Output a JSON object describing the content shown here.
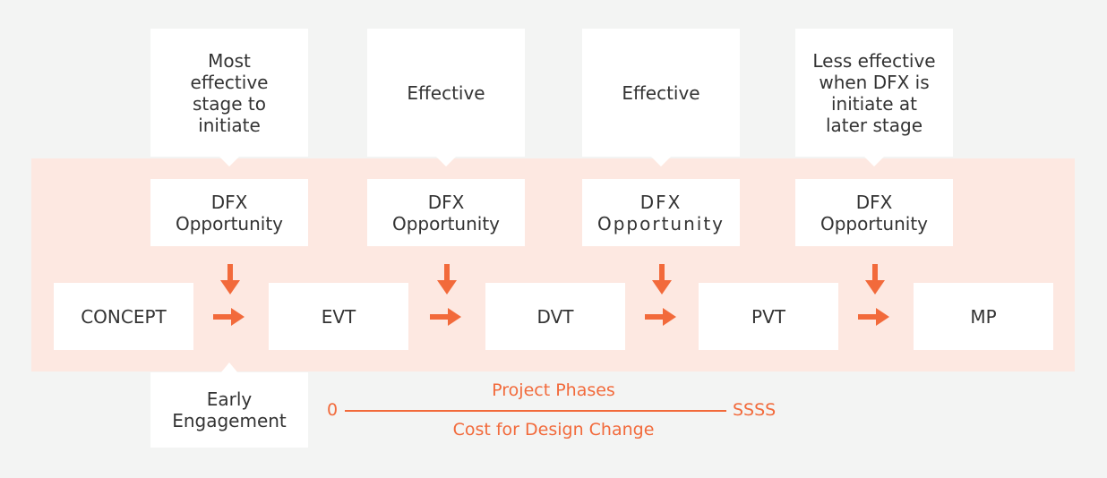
{
  "callouts": [
    {
      "text": "Most effective stage to initiate"
    },
    {
      "text": "Effective"
    },
    {
      "text": "Effective"
    },
    {
      "text": "Less effective when DFX is initiate at later stage"
    }
  ],
  "opportunities": [
    {
      "line1": "DFX",
      "line2": "Opportunity"
    },
    {
      "line1": "DFX",
      "line2": "Opportunity"
    },
    {
      "line1": "DFX",
      "line2": "Opportunity"
    },
    {
      "line1": "DFX",
      "line2": "Opportunity"
    }
  ],
  "phases": [
    {
      "label": "CONCEPT"
    },
    {
      "label": "EVT"
    },
    {
      "label": "DVT"
    },
    {
      "label": "PVT"
    },
    {
      "label": "MP"
    }
  ],
  "early_engagement": {
    "line1": "Early",
    "line2": "Engagement"
  },
  "scale": {
    "start": "0",
    "end": "SSSS",
    "top_label": "Project Phases",
    "bottom_label": "Cost for Design Change"
  },
  "colors": {
    "accent": "#f26a3b",
    "band": "#fde8e1",
    "background": "#f3f4f3",
    "box": "#ffffff",
    "text": "#333333"
  },
  "icons": {
    "down_arrow": "arrow-down-icon",
    "right_arrow": "arrow-right-icon"
  }
}
